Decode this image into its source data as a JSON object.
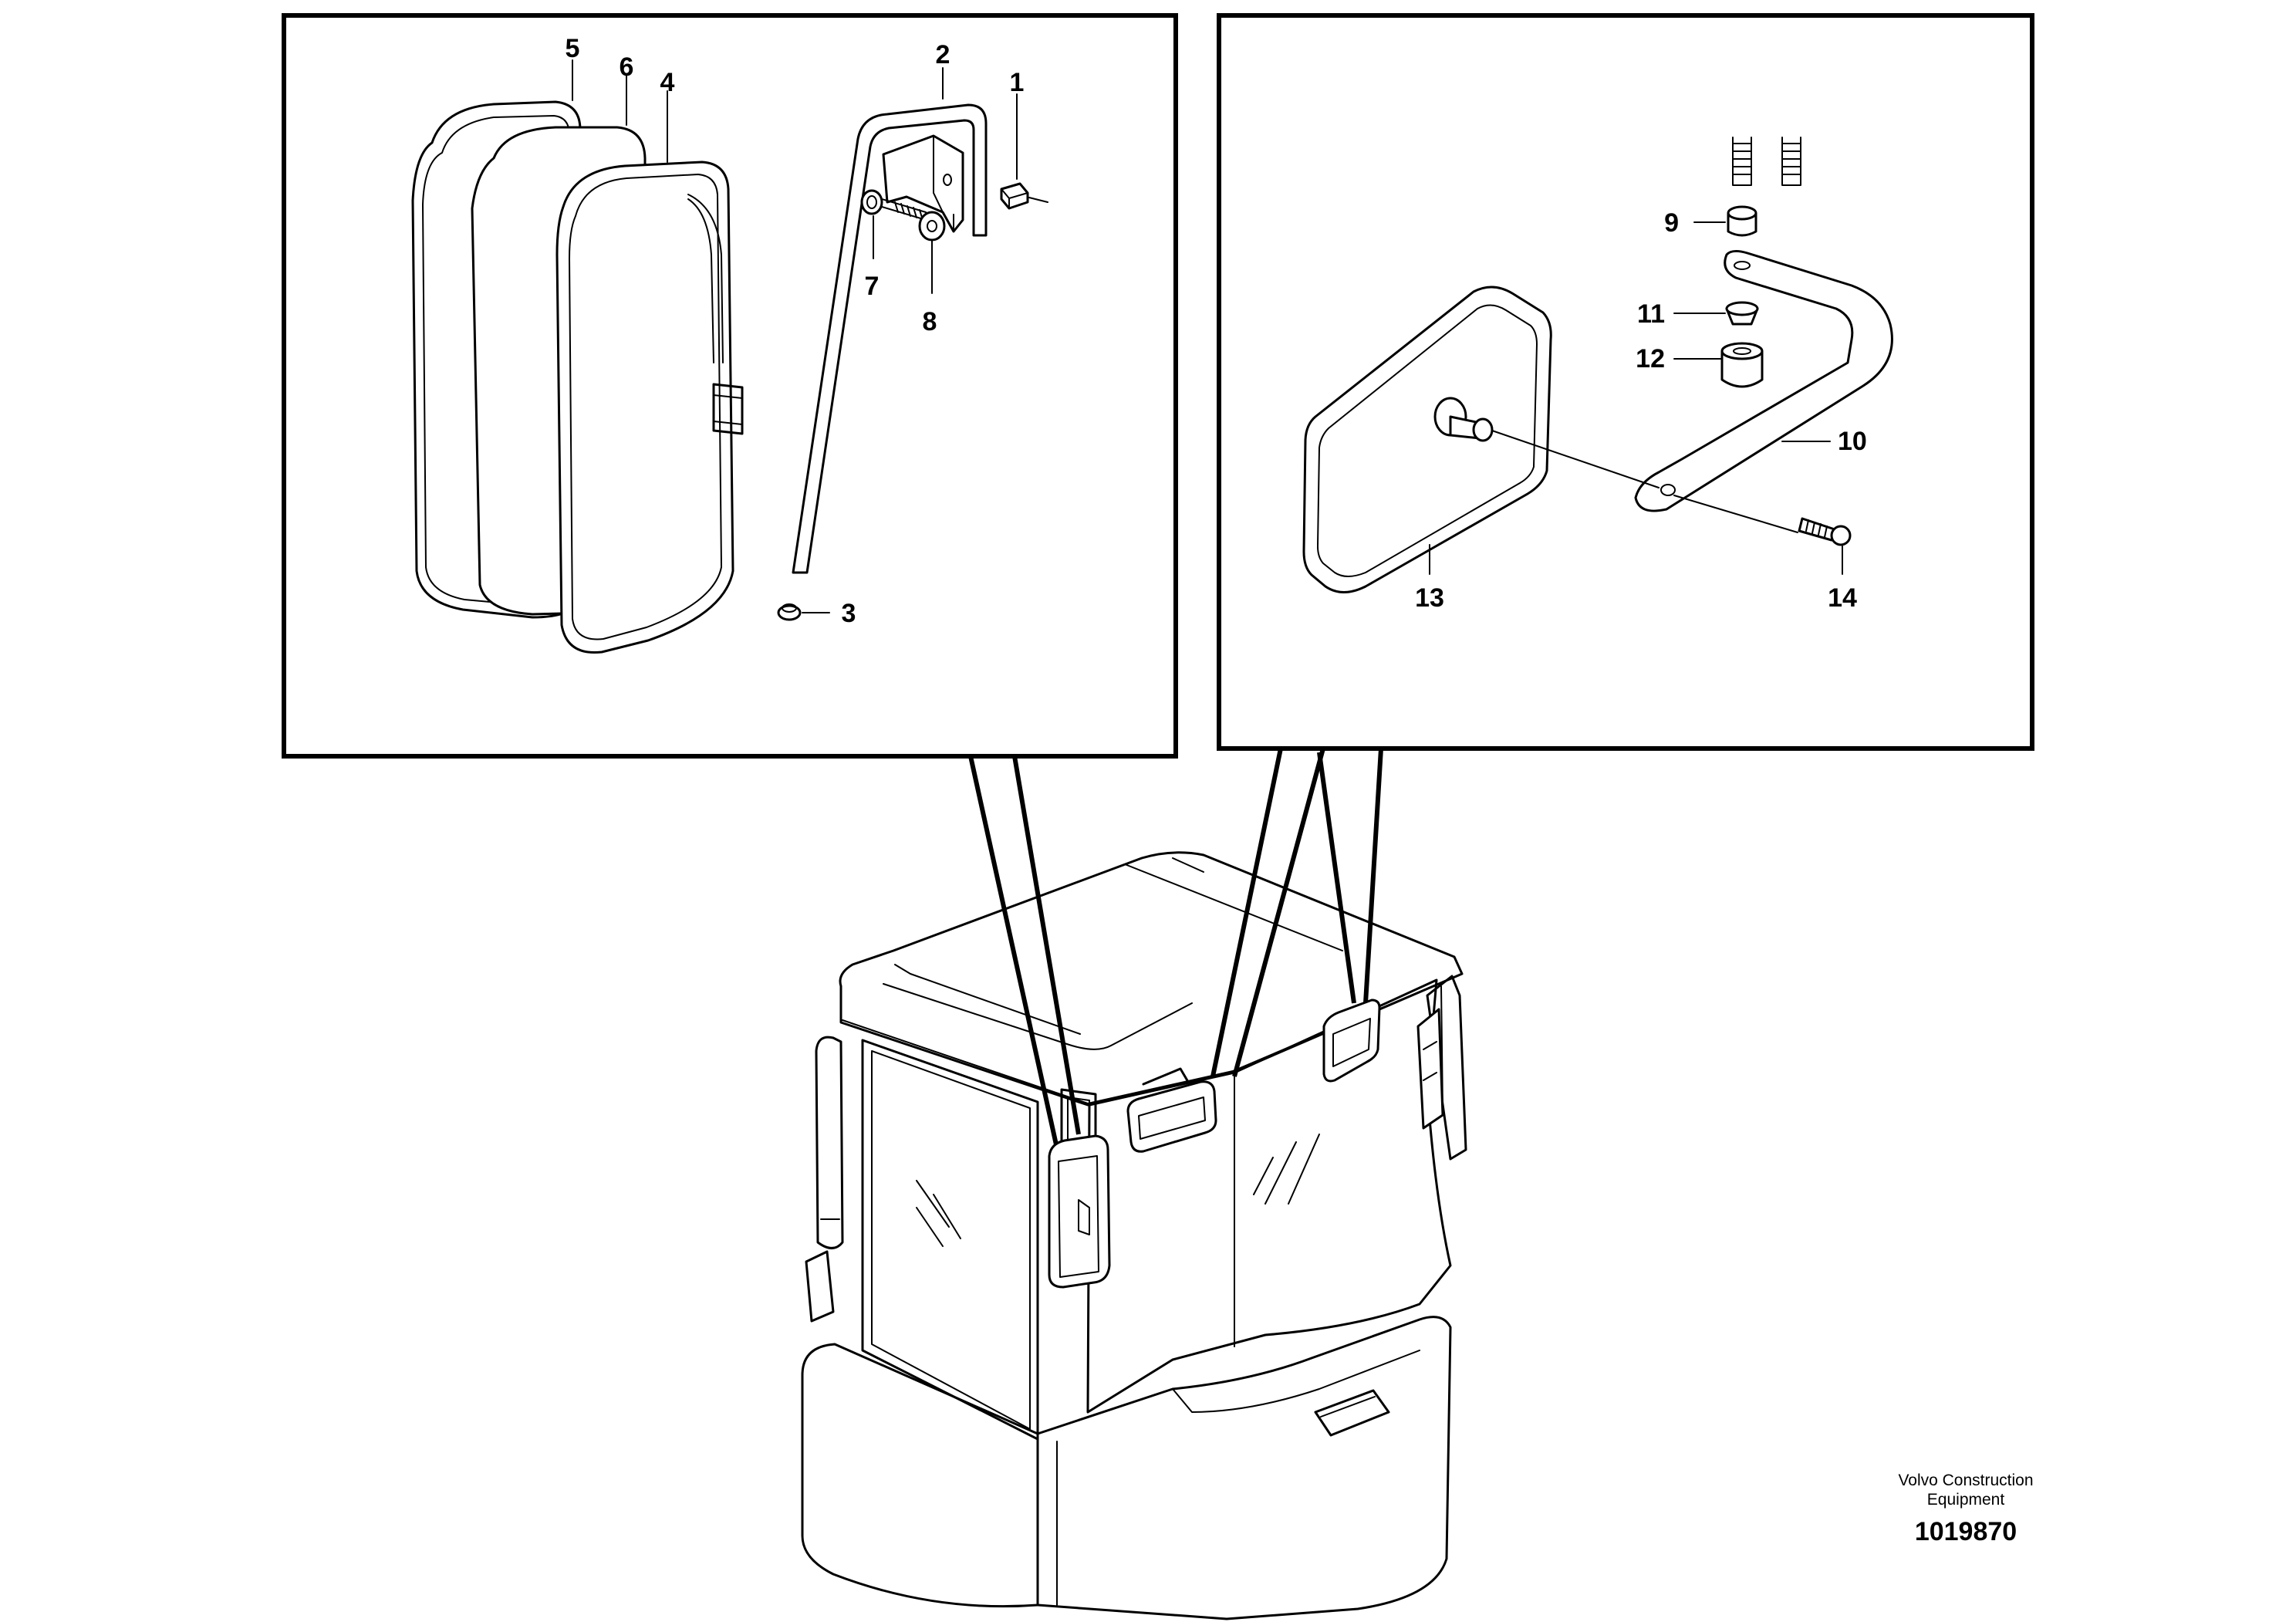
{
  "callouts": {
    "c1": "1",
    "c2": "2",
    "c3": "3",
    "c4": "4",
    "c5": "5",
    "c6": "6",
    "c7": "7",
    "c8": "8",
    "c9": "9",
    "c10": "10",
    "c11": "11",
    "c12": "12",
    "c13": "13",
    "c14": "14"
  },
  "footer": {
    "company_line1": "Volvo Construction",
    "company_line2": "Equipment",
    "document_number": "1019870"
  }
}
